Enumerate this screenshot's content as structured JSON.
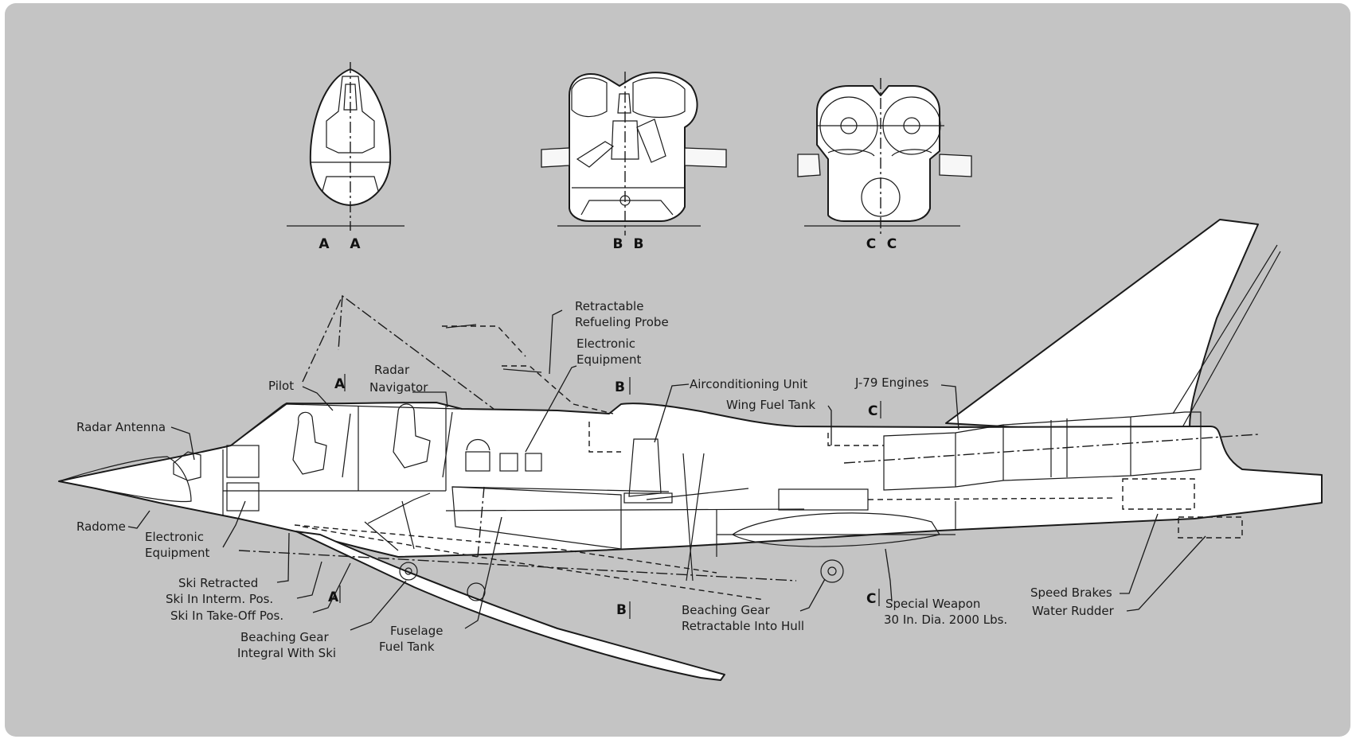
{
  "sections": {
    "a": {
      "left": "A",
      "right": "A"
    },
    "b": {
      "left": "B",
      "right": "B"
    },
    "c": {
      "left": "C",
      "right": "C"
    }
  },
  "markers": {
    "a_top": "A",
    "a_bottom": "A",
    "b_top": "B",
    "b_bottom": "B",
    "c_top": "C",
    "c_bottom": "C"
  },
  "labels": {
    "radar_antenna": "Radar Antenna",
    "pilot": "Pilot",
    "radar_navigator": [
      "Radar",
      "Navigator"
    ],
    "retractable_refueling_probe": [
      "Retractable",
      "Refueling Probe"
    ],
    "electronic_equipment_upper": [
      "Electronic",
      "Equipment"
    ],
    "airconditioning_unit": "Airconditioning Unit",
    "wing_fuel_tank": "Wing Fuel Tank",
    "j79_engines": "J-79 Engines",
    "radome": "Radome",
    "electronic_equipment_lower": [
      "Electronic",
      "Equipment"
    ],
    "ski_retracted": "Ski Retracted",
    "ski_interm": "Ski In Interm. Pos.",
    "ski_takeoff": "Ski In Take-Off Pos.",
    "beaching_gear_ski": [
      "Beaching Gear",
      "Integral With Ski"
    ],
    "fuselage_fuel_tank": [
      "Fuselage",
      "Fuel Tank"
    ],
    "beaching_gear_hull": [
      "Beaching Gear",
      "Retractable Into Hull"
    ],
    "special_weapon": [
      "Special Weapon",
      "30 In. Dia. 2000 Lbs."
    ],
    "speed_brakes": "Speed Brakes",
    "water_rudder": "Water Rudder"
  },
  "colors": {
    "background": "#c4c4c4",
    "airframe": "#ffffff",
    "ink": "#1a1a1a"
  }
}
